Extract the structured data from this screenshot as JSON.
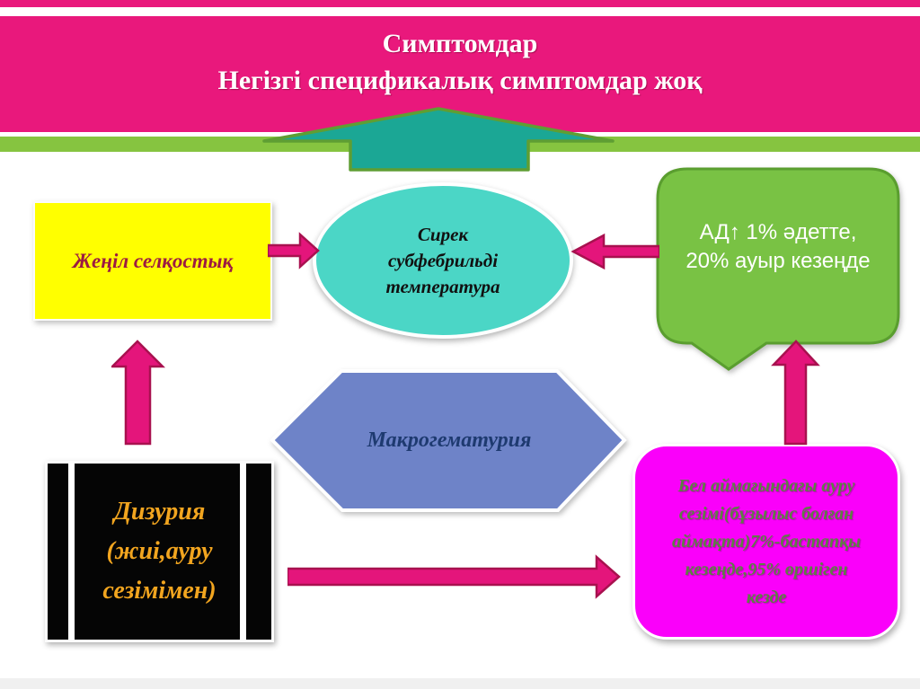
{
  "title": {
    "line1": "Симптомдар",
    "line2": "Негізгі спецификалық симптомдар жоқ"
  },
  "nodes": {
    "lethargy": {
      "label": "Жеңіл селқостық"
    },
    "temperature": {
      "lines": [
        "Сирек",
        "субфебрильді",
        "температура"
      ]
    },
    "blood_pressure": {
      "lines": [
        "АД↑ 1% әдетте,",
        "20% ауыр кезеңде"
      ]
    },
    "macrohematuria": {
      "label": "Макрогематурия"
    },
    "dysuria": {
      "lines": [
        "Дизурия",
        "(жиі,ауру",
        "сезімімен)"
      ]
    },
    "back_pain": {
      "lines": [
        "Бел аймағындағы ауру",
        "сезімі(бұзылыс болған",
        "аймақта)7%-бастапқы",
        "кезеңде,95% өршіген",
        "кезде"
      ]
    }
  },
  "colors": {
    "banner_pink": "#e9187c",
    "divider_green": "#86c440",
    "arrow_pink": "#e4157b",
    "arrow_teal": "#1ba795",
    "node_yellow": "#ffff00",
    "node_turquoise": "#4bd6c6",
    "node_green": "#79c244",
    "node_blue": "#6e83c8",
    "node_black": "#050505",
    "node_magenta": "#fa00fa"
  }
}
